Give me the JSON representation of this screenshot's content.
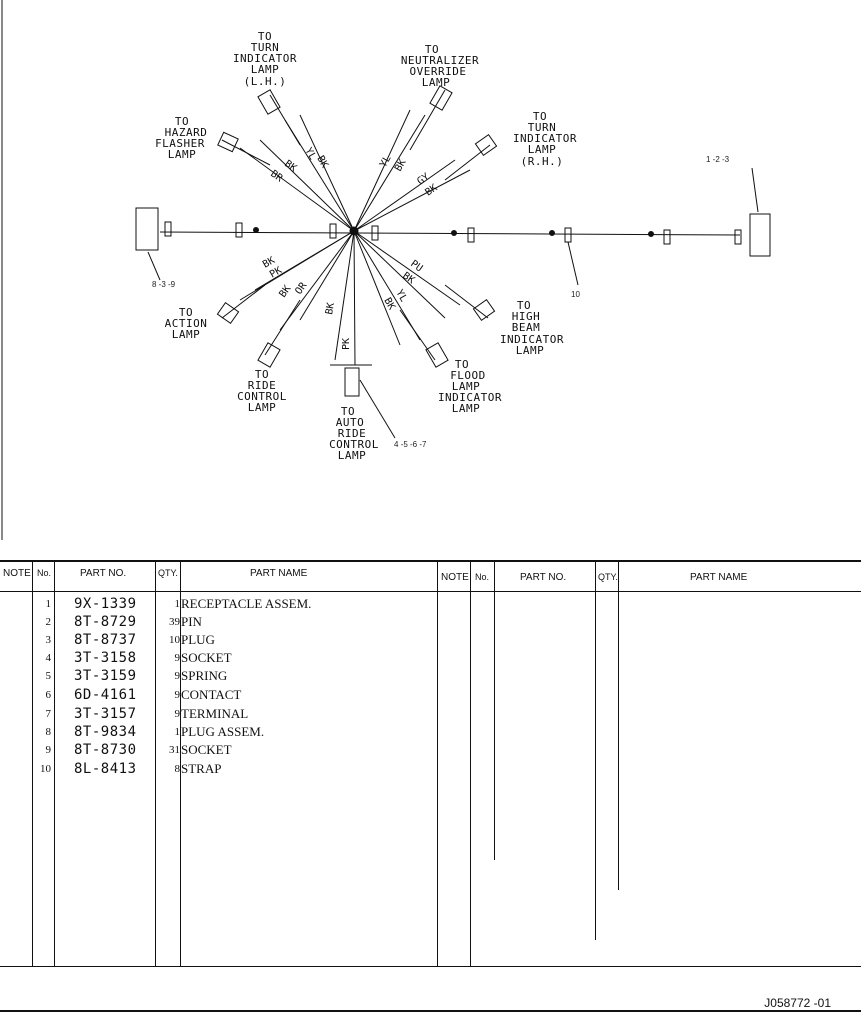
{
  "diagram": {
    "labels": {
      "turn_lh": [
        "TO",
        "TURN",
        "INDICATOR",
        "LAMP",
        "(L.H.)"
      ],
      "neutralizer": [
        "TO",
        "NEUTRALIZER",
        "OVERRIDE",
        "LAMP"
      ],
      "turn_rh": [
        "TO",
        "TURN",
        "INDICATOR",
        "LAMP",
        "(R.H.)"
      ],
      "hazard": [
        "TO",
        "HAZARD",
        "FLASHER",
        "LAMP"
      ],
      "action": [
        "TO",
        "ACTION",
        "LAMP"
      ],
      "ride": [
        "TO",
        "RIDE",
        "CONTROL",
        "LAMP"
      ],
      "auto_ride": [
        "TO",
        "AUTO",
        "RIDE",
        "CONTROL",
        "LAMP"
      ],
      "flood": [
        "TO",
        "FLOOD",
        "LAMP",
        "INDICATOR",
        "LAMP"
      ],
      "high_beam": [
        "TO",
        "HIGH",
        "BEAM",
        "INDICATOR",
        "LAMP"
      ]
    },
    "wires": {
      "bk1": "BK",
      "yl1": "YL",
      "bk2": "BK",
      "br": "BR",
      "yl2": "YL",
      "bk3": "BK",
      "gy": "GY",
      "bk4": "BK",
      "bk5": "BK",
      "pk1": "PK",
      "bk6": "BK",
      "or": "OR",
      "bk7": "BK",
      "pk2": "PK",
      "yl3": "YL",
      "bk8": "BK",
      "pu": "PU",
      "bk9": "BK"
    },
    "callouts": {
      "c123": "1 -2 -3",
      "c839": "8 -3 -9",
      "c10": "10",
      "c4567": "4 -5 -6 -7"
    }
  },
  "table": {
    "headers": {
      "note": "NOTE",
      "no": "No.",
      "part_no": "PART NO.",
      "qty": "QTY.",
      "part_name": "PART NAME"
    },
    "rows": [
      {
        "no": "1",
        "part_no": "9X-1339",
        "qty": "1",
        "name": "RECEPTACLE ASSEM."
      },
      {
        "no": "2",
        "part_no": "8T-8729",
        "qty": "39",
        "name": "PIN"
      },
      {
        "no": "3",
        "part_no": "8T-8737",
        "qty": "10",
        "name": "PLUG"
      },
      {
        "no": "4",
        "part_no": "3T-3158",
        "qty": "9",
        "name": "SOCKET"
      },
      {
        "no": "5",
        "part_no": "3T-3159",
        "qty": "9",
        "name": "SPRING"
      },
      {
        "no": "6",
        "part_no": "6D-4161",
        "qty": "9",
        "name": "CONTACT"
      },
      {
        "no": "7",
        "part_no": "3T-3157",
        "qty": "9",
        "name": "TERMINAL"
      },
      {
        "no": "8",
        "part_no": "8T-9834",
        "qty": "1",
        "name": "PLUG ASSEM."
      },
      {
        "no": "9",
        "part_no": "8T-8730",
        "qty": "31",
        "name": "SOCKET"
      },
      {
        "no": "10",
        "part_no": "8L-8413",
        "qty": "8",
        "name": "STRAP"
      }
    ]
  },
  "footer": {
    "code": "J058772  -01"
  }
}
